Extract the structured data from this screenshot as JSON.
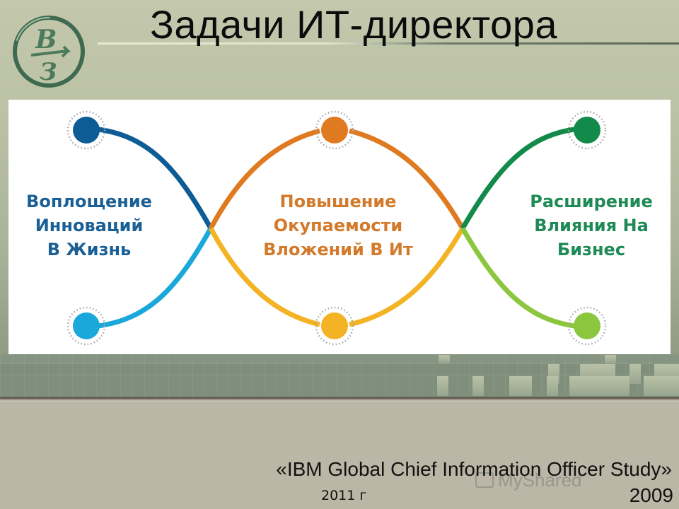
{
  "slide": {
    "title": "Задачи ИТ-директора",
    "logo": {
      "letters_top": "В",
      "letters_bottom": "З",
      "icon": "vz-circle-logo"
    }
  },
  "diagram": {
    "nodes": [
      {
        "id": "blue",
        "lines": [
          "Воплощение",
          "Инноваций",
          "В Жизнь"
        ],
        "color_top": "#0e5c96",
        "color_bottom": "#1aa7d9",
        "text_color": "#1a5f95"
      },
      {
        "id": "orange",
        "lines": [
          "Повышение",
          "Окупаемости",
          "Вложений В Ит"
        ],
        "color_top": "#e07a20",
        "color_bottom": "#f4b324",
        "text_color": "#d37a2a"
      },
      {
        "id": "green",
        "lines": [
          "Расширение",
          "Влияния На",
          "Бизнес"
        ],
        "color_top": "#128a4a",
        "color_bottom": "#8cc63f",
        "text_color": "#1e8a55"
      }
    ],
    "dot_ring_color": "#a3a7ad"
  },
  "footer": {
    "source": "«IBM Global Chief Information Officer Study»",
    "year_left": "2011 г",
    "year_right": "2009",
    "watermark": "MyShared"
  }
}
